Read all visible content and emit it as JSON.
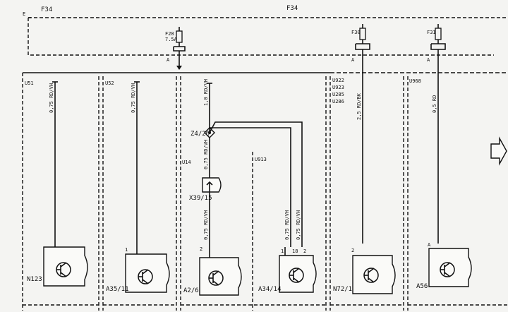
{
  "top": {
    "f34_left": "F34",
    "f34_mid": "F34",
    "e_label": "E"
  },
  "fuses": [
    {
      "id": "F28",
      "rating": "7.5A",
      "pin": "A"
    },
    {
      "id": "F30",
      "rating": "",
      "pin": "A"
    },
    {
      "id": "F31",
      "rating": "",
      "pin": "A"
    }
  ],
  "sections": [
    {
      "id": "U51",
      "wire": "0,75 RD/VH",
      "component": "N123"
    },
    {
      "id": "U52",
      "wire": "0,75 RD/VH",
      "component": "A35/11",
      "pin": "1"
    },
    {
      "id": "U14",
      "wire_top": "1,0 RD/VH",
      "splice": "Z4/26",
      "wire_mid": "0,75 RD/VH",
      "connector": "X39/15",
      "wire_low": "0,75 RD/VH",
      "component": "A2/6",
      "pin": "2"
    },
    {
      "id": "U913",
      "wire_a": "0,75 RD/VH",
      "wire_b": "0,75 RD/VH",
      "component": "A34/14",
      "pins": [
        "1",
        "18",
        "2"
      ]
    },
    {
      "ids": [
        "U922",
        "U923",
        "U285",
        "U286"
      ],
      "wire": "2,5 RD/BK",
      "component": "N72/1",
      "pin": "2"
    },
    {
      "id": "U968",
      "wire": "0,5 RD",
      "component": "A56",
      "pin": "A"
    }
  ]
}
